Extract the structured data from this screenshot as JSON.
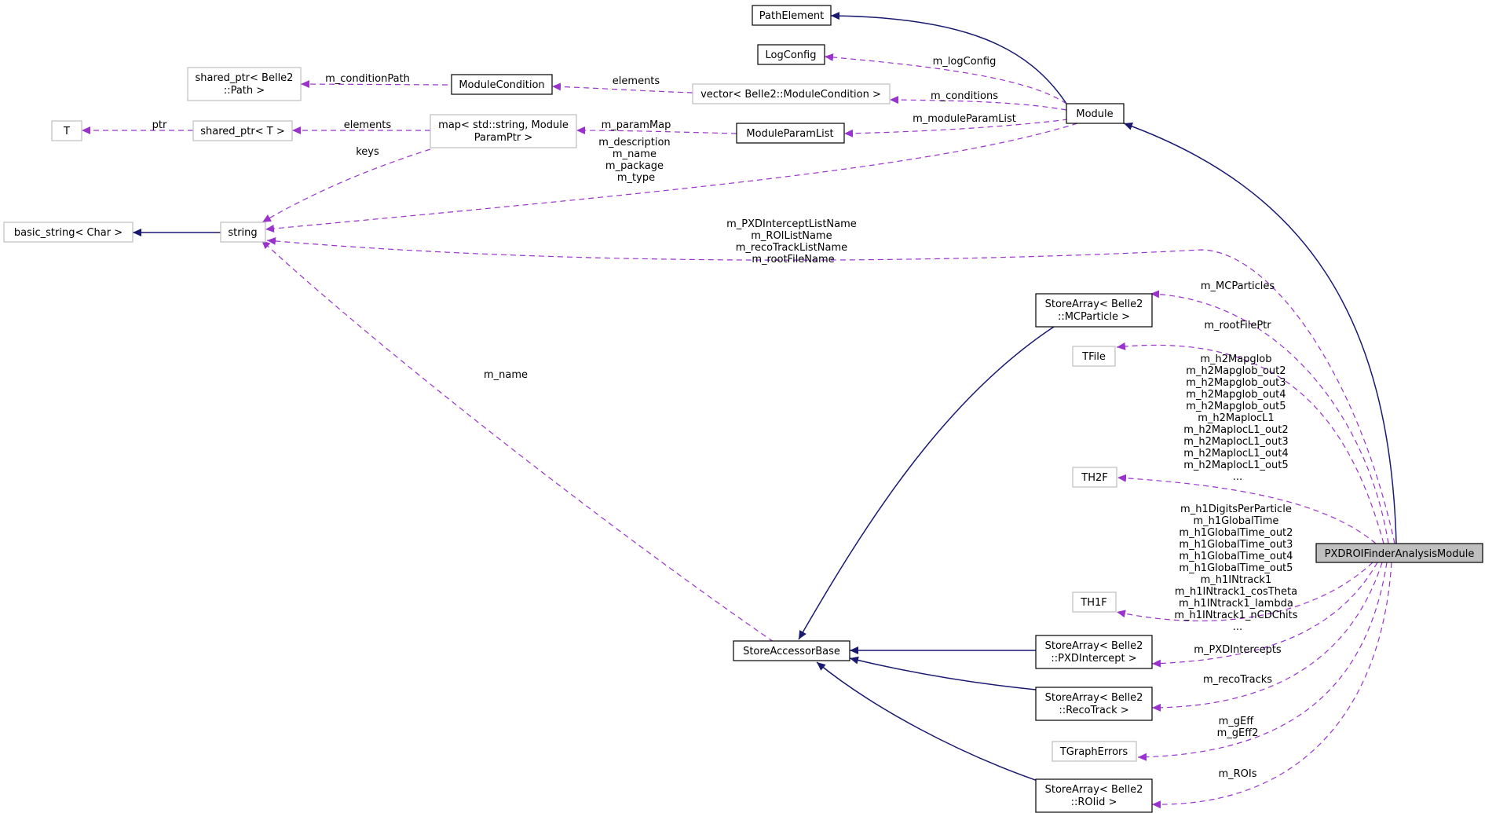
{
  "nodes": {
    "path_element": "PathElement",
    "log_config": "LogConfig",
    "shared_ptr_path": [
      "shared_ptr< Belle2",
      "::Path >"
    ],
    "module_condition": "ModuleCondition",
    "vector_module_condition": "vector< Belle2::ModuleCondition >",
    "module": "Module",
    "t": "T",
    "shared_ptr_t": "shared_ptr< T >",
    "map_param": [
      "map< std::string, Module",
      "ParamPtr >"
    ],
    "module_param_list": "ModuleParamList",
    "basic_string": "basic_string< Char >",
    "string": "string",
    "store_array_mcparticle": [
      "StoreArray< Belle2",
      "::MCParticle >"
    ],
    "tfile": "TFile",
    "th2f": "TH2F",
    "th1f": "TH1F",
    "pxd_roi_finder": "PXDROIFinderAnalysisModule",
    "store_accessor_base": "StoreAccessorBase",
    "store_array_pxdintercept": [
      "StoreArray< Belle2",
      "::PXDIntercept >"
    ],
    "store_array_recotrack": [
      "StoreArray< Belle2",
      "::RecoTrack >"
    ],
    "tgraph_errors": "TGraphErrors",
    "store_array_roiid": [
      "StoreArray< Belle2",
      "::ROIid >"
    ]
  },
  "edge_labels": {
    "condition_path": [
      "m_conditionPath"
    ],
    "elements_cond": [
      "elements"
    ],
    "log_config": [
      "m_logConfig"
    ],
    "conditions": [
      "m_conditions"
    ],
    "ptr": [
      "ptr"
    ],
    "elements_map": [
      "elements"
    ],
    "param_map": [
      "m_paramMap"
    ],
    "module_param_list": [
      "m_moduleParamList"
    ],
    "keys": [
      "keys"
    ],
    "module_strings": [
      "m_description",
      "m_name",
      "m_package",
      "m_type"
    ],
    "analysis_strings": [
      "m_PXDInterceptListName",
      "m_ROIListName",
      "m_recoTrackListName",
      "m_rootFileName"
    ],
    "mcparticles": [
      "m_MCParticles"
    ],
    "root_file_ptr": [
      "m_rootFilePtr"
    ],
    "accessor_name": [
      "m_name"
    ],
    "h2": [
      "m_h2Mapglob",
      "m_h2Mapglob_out2",
      "m_h2Mapglob_out3",
      "m_h2Mapglob_out4",
      "m_h2Mapglob_out5",
      "m_h2MaplocL1",
      "m_h2MaplocL1_out2",
      "m_h2MaplocL1_out3",
      "m_h2MaplocL1_out4",
      "m_h2MaplocL1_out5",
      "..."
    ],
    "h1": [
      "m_h1DigitsPerParticle",
      "m_h1GlobalTime",
      "m_h1GlobalTime_out2",
      "m_h1GlobalTime_out3",
      "m_h1GlobalTime_out4",
      "m_h1GlobalTime_out5",
      "m_h1INtrack1",
      "m_h1INtrack1_cosTheta",
      "m_h1INtrack1_lambda",
      "m_h1INtrack1_nCDChits",
      "..."
    ],
    "pxd_intercepts": [
      "m_PXDIntercepts"
    ],
    "reco_tracks": [
      "m_recoTracks"
    ],
    "geff": [
      "m_gEff",
      "m_gEff2"
    ],
    "rois": [
      "m_ROIs"
    ]
  },
  "colors": {
    "inheritance_edge": "#191970",
    "member_edge": "#9a32cd",
    "focus_node_fill": "#bfbfbf",
    "external_node_border": "#bfbfbf",
    "documented_node_border": "#000000"
  }
}
